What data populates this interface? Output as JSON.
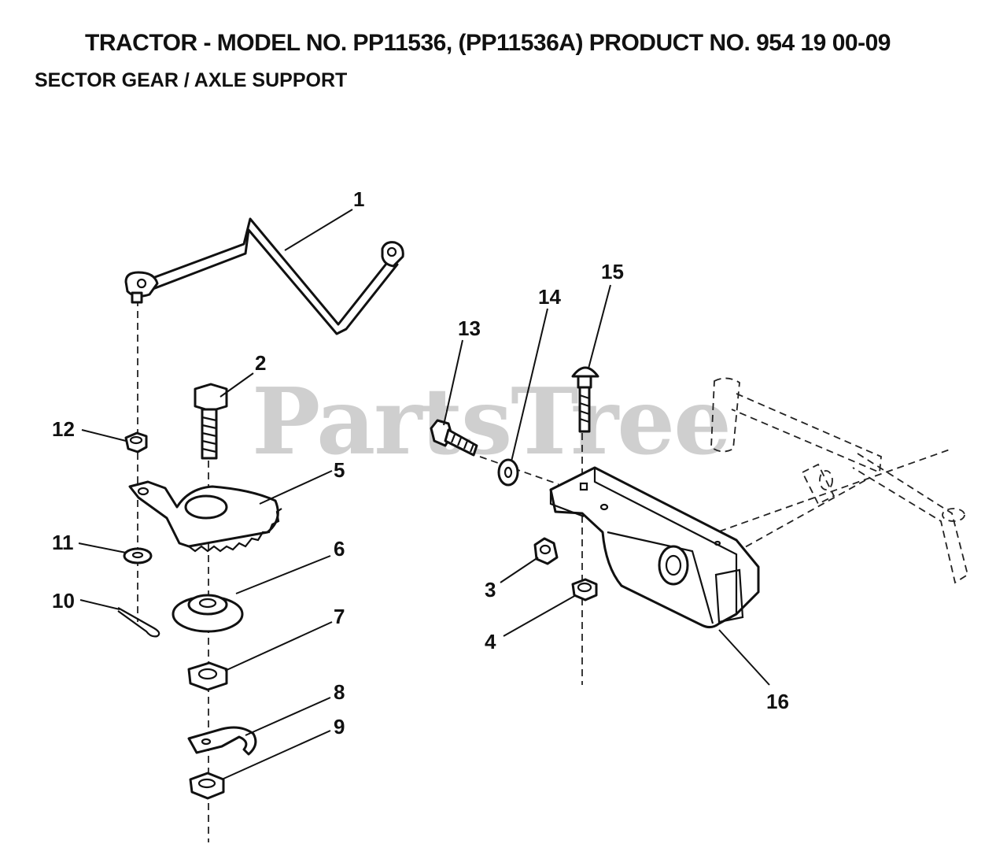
{
  "header": {
    "title": "TRACTOR - MODEL NO. PP11536, (PP11536A)  PRODUCT NO. 954 19 00-09",
    "subtitle": "SECTOR GEAR / AXLE SUPPORT"
  },
  "watermark": "PartsTree",
  "callouts": [
    "1",
    "2",
    "3",
    "4",
    "5",
    "6",
    "7",
    "8",
    "9",
    "10",
    "11",
    "12",
    "13",
    "14",
    "15",
    "16"
  ]
}
